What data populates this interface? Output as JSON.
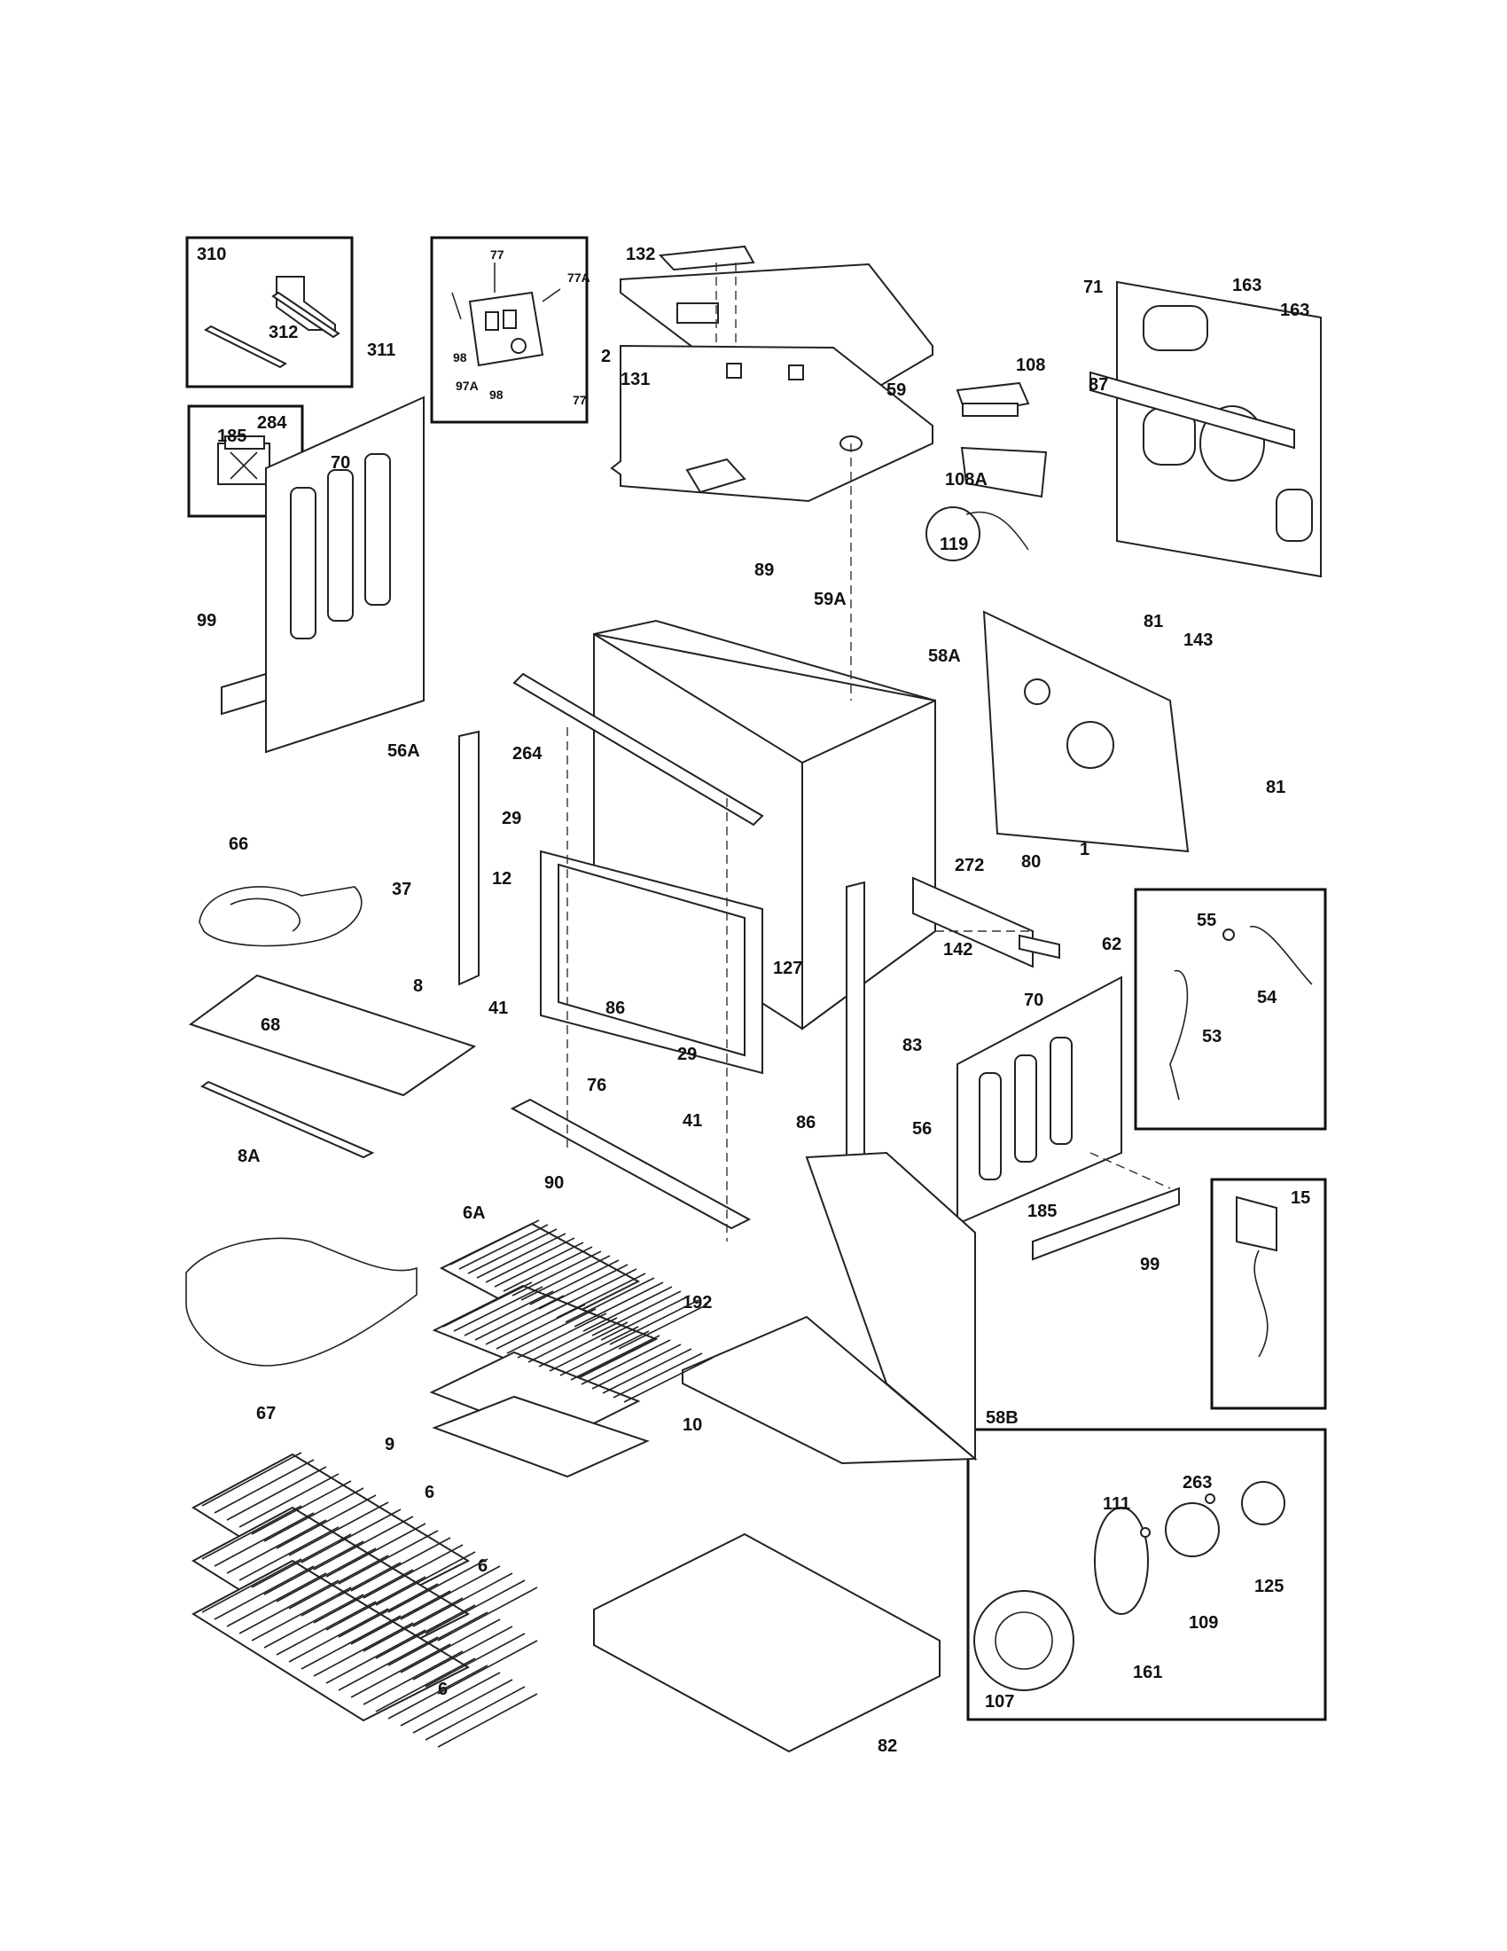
{
  "callouts": [
    {
      "key": "310"
    },
    {
      "key": "312"
    },
    {
      "key": "311"
    },
    {
      "key": "77"
    },
    {
      "key": "77A"
    },
    {
      "key": "98"
    },
    {
      "key": "97A"
    },
    {
      "key": "98b",
      "text": "98"
    },
    {
      "key": "77b",
      "text": "77"
    },
    {
      "key": "132"
    },
    {
      "key": "131"
    },
    {
      "key": "59"
    },
    {
      "key": "108"
    },
    {
      "key": "108A"
    },
    {
      "key": "163"
    },
    {
      "key": "163b",
      "text": "163"
    },
    {
      "key": "71"
    },
    {
      "key": "87"
    },
    {
      "key": "284"
    },
    {
      "key": "70"
    },
    {
      "key": "185"
    },
    {
      "key": "99"
    },
    {
      "key": "2"
    },
    {
      "key": "89"
    },
    {
      "key": "59A"
    },
    {
      "key": "119"
    },
    {
      "key": "81"
    },
    {
      "key": "143"
    },
    {
      "key": "81b",
      "text": "81"
    },
    {
      "key": "58A"
    },
    {
      "key": "264"
    },
    {
      "key": "56A"
    },
    {
      "key": "29"
    },
    {
      "key": "12"
    },
    {
      "key": "66"
    },
    {
      "key": "37"
    },
    {
      "key": "272"
    },
    {
      "key": "80"
    },
    {
      "key": "1"
    },
    {
      "key": "8"
    },
    {
      "key": "68"
    },
    {
      "key": "41"
    },
    {
      "key": "86"
    },
    {
      "key": "29b",
      "text": "29"
    },
    {
      "key": "127"
    },
    {
      "key": "142"
    },
    {
      "key": "62"
    },
    {
      "key": "55"
    },
    {
      "key": "54"
    },
    {
      "key": "53"
    },
    {
      "key": "76"
    },
    {
      "key": "83"
    },
    {
      "key": "70b",
      "text": "70"
    },
    {
      "key": "8A"
    },
    {
      "key": "41b",
      "text": "41"
    },
    {
      "key": "86b",
      "text": "86"
    },
    {
      "key": "56"
    },
    {
      "key": "90"
    },
    {
      "key": "185b",
      "text": "185"
    },
    {
      "key": "15"
    },
    {
      "key": "99b",
      "text": "99"
    },
    {
      "key": "6A"
    },
    {
      "key": "192"
    },
    {
      "key": "67"
    },
    {
      "key": "10"
    },
    {
      "key": "9"
    },
    {
      "key": "58B"
    },
    {
      "key": "6"
    },
    {
      "key": "6b",
      "text": "6"
    },
    {
      "key": "6c",
      "text": "6"
    },
    {
      "key": "263"
    },
    {
      "key": "111"
    },
    {
      "key": "125"
    },
    {
      "key": "109"
    },
    {
      "key": "161"
    },
    {
      "key": "107"
    },
    {
      "key": "82"
    }
  ]
}
